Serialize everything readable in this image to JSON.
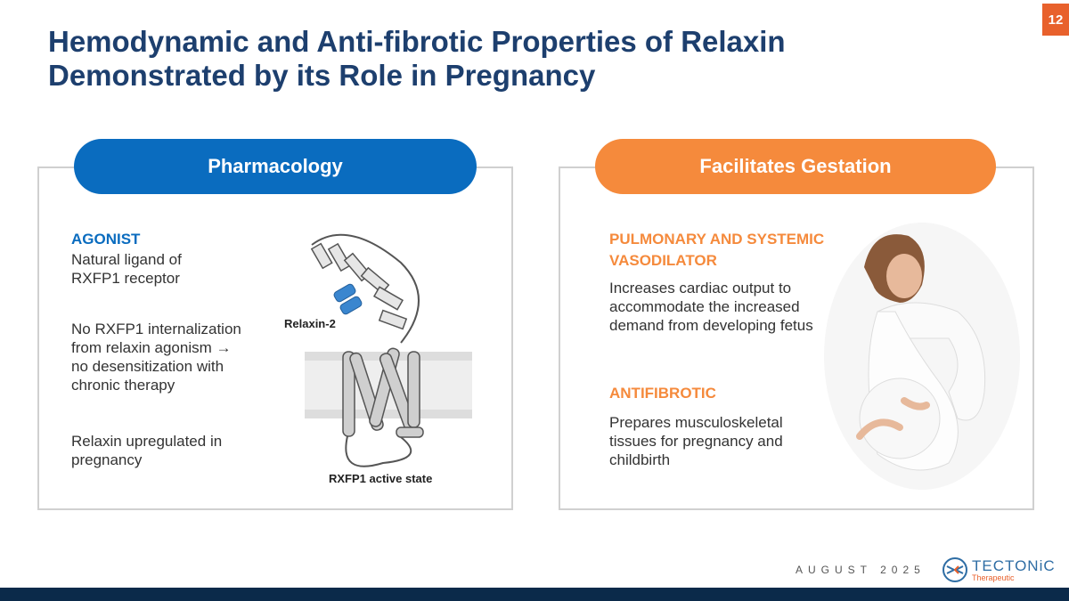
{
  "page_number": "12",
  "title": "Hemodynamic and Anti-fibrotic Properties of Relaxin Demonstrated by its Role in Pregnancy",
  "left": {
    "header": "Pharmacology",
    "heading": "AGONIST",
    "p1": "Natural ligand of RXFP1 receptor",
    "p2": "No RXFP1 internalization from relaxin agonism → no desensitization with chronic therapy",
    "p3": "Relaxin upregulated in pregnancy",
    "figure_label": "Relaxin-2",
    "figure_caption": "RXFP1 active state"
  },
  "right": {
    "header": "Facilitates Gestation",
    "heading1": "PULMONARY AND SYSTEMIC VASODILATOR",
    "p1": "Increases cardiac output to accommodate the increased demand from developing fetus",
    "heading2": "ANTIFIBROTIC",
    "p2": "Prepares musculoskeletal tissues for pregnancy and childbirth"
  },
  "footer": {
    "date": "AUGUST 2025",
    "logo_name": "TECTONiC",
    "logo_sub": "Therapeutic"
  },
  "colors": {
    "navy": "#1d3f6e",
    "blue": "#0a6cbf",
    "orange": "#f58a3c",
    "footer": "#0b2a4a"
  }
}
